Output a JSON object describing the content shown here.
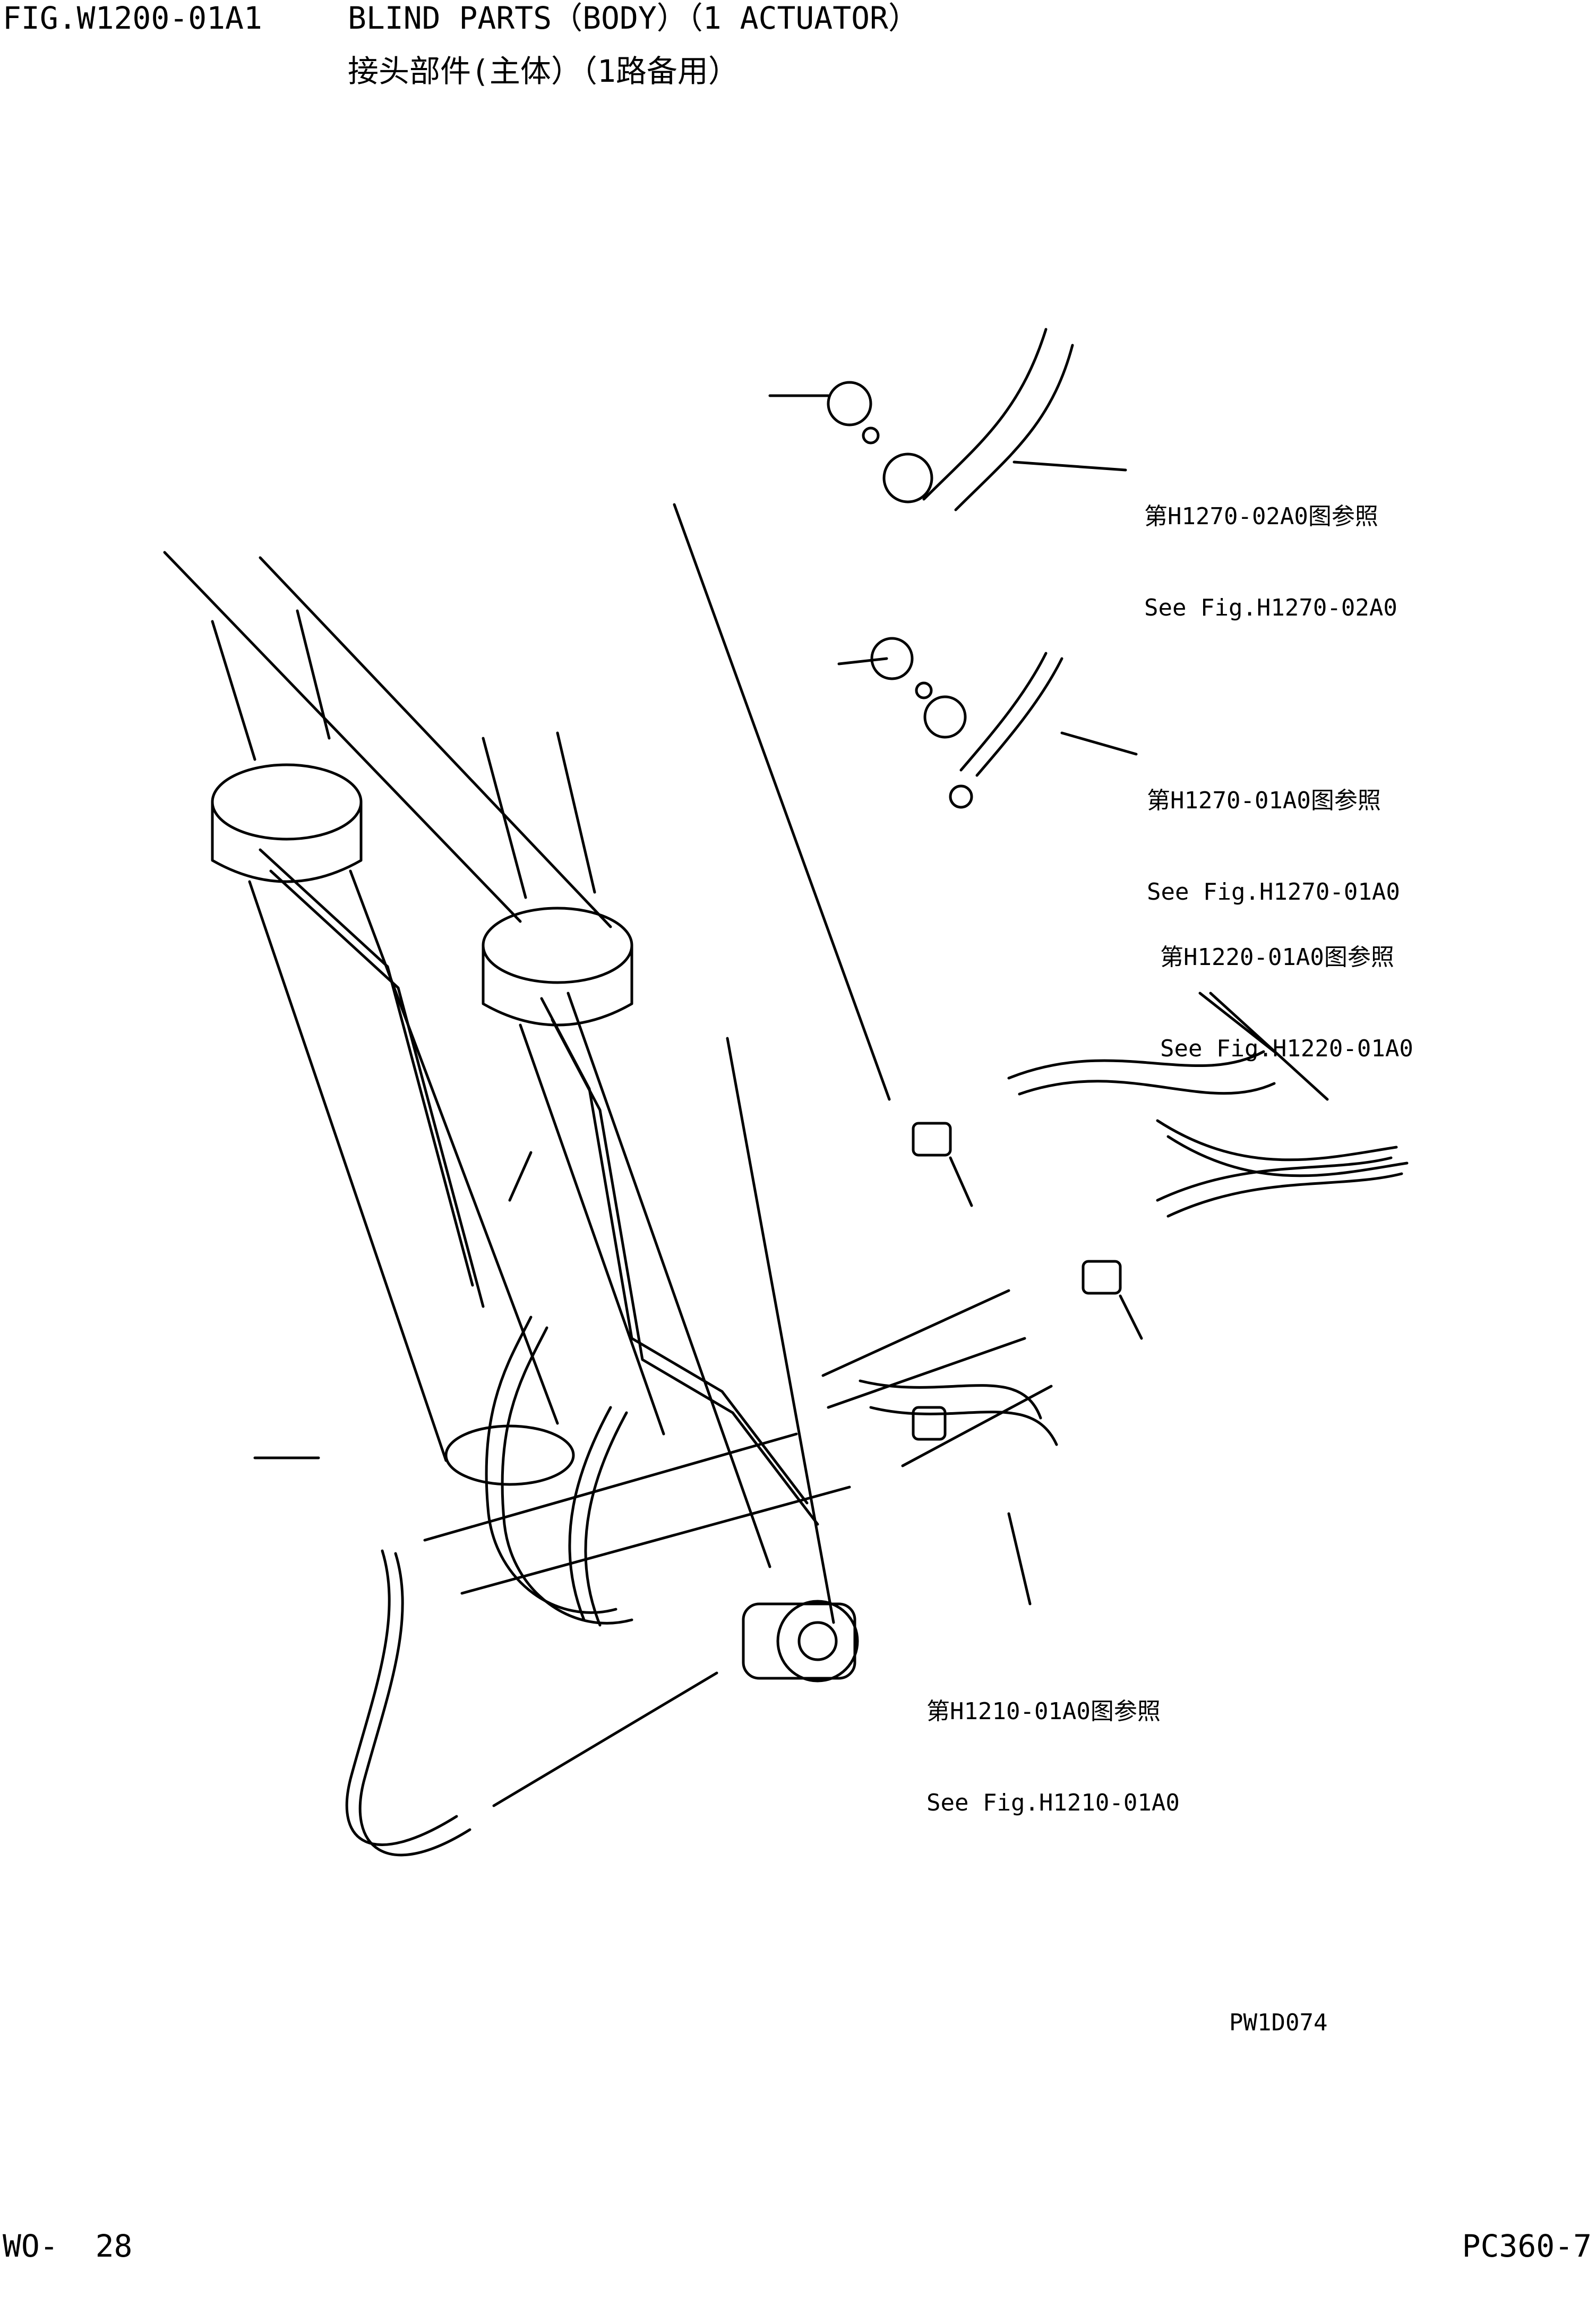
{
  "header": {
    "fig_id": "FIG.W1200-01A1",
    "title_en": "BLIND PARTS（BODY）（1 ACTUATOR）",
    "title_cn": "接头部件(主体）（1路备用）"
  },
  "references": [
    {
      "cn": "第H1270-02A0图参照",
      "en": "See Fig.H1270-02A0"
    },
    {
      "cn": "第H1270-01A0图参照",
      "en": "See Fig.H1270-01A0"
    },
    {
      "cn": "第H1220-01A0图参照",
      "en": "See Fig.H1220-01A0"
    },
    {
      "cn": "第H1210-01A0图参照",
      "en": "See Fig.H1210-01A0"
    }
  ],
  "drawing_code": "PW1D074",
  "footer": {
    "page": "WO-  28",
    "model": "PC360-7"
  }
}
